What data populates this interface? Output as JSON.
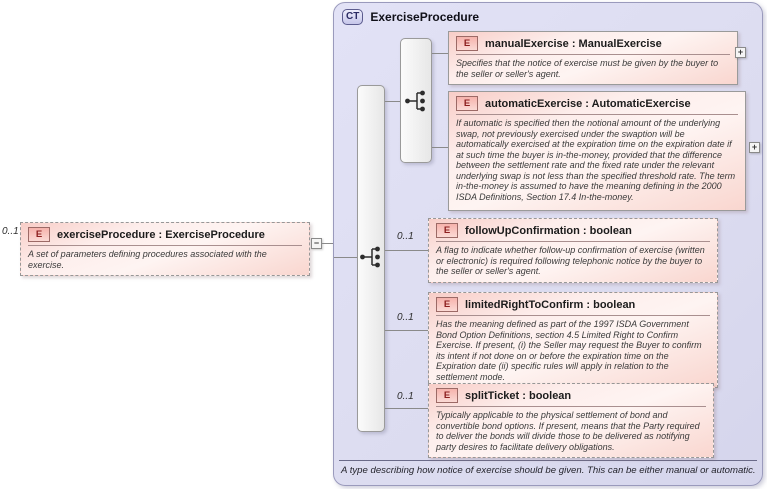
{
  "ct": {
    "badge": "CT",
    "title": "ExerciseProcedure",
    "annotation": "A type describing how notice of exercise should be given. This can be either manual or automatic."
  },
  "root": {
    "cardinality": "0..1",
    "badge": "E",
    "label": "exerciseProcedure : ExerciseProcedure",
    "description": "A set of parameters defining procedures associated with the exercise."
  },
  "toggles": {
    "collapse": "−",
    "expand": "+"
  },
  "compositors": {
    "outer": "sequence",
    "inner": "choice"
  },
  "elements": [
    {
      "badge": "E",
      "label": "manualExercise : ManualExercise",
      "cardinality": "",
      "description": "Specifies that the notice of exercise must be given by the buyer to the seller or seller's agent."
    },
    {
      "badge": "E",
      "label": "automaticExercise : AutomaticExercise",
      "cardinality": "",
      "description": "If automatic is specified then the notional amount of the underlying swap, not previously exercised under the swaption will be automatically exercised at the expiration time on the expiration date if at such time the buyer is in-the-money, provided that the difference between the settlement rate and the fixed rate under the relevant underlying swap is not less than the specified threshold rate. The term in-the-money is assumed to have the meaning defining in the 2000 ISDA Definitions, Section 17.4 In-the-money."
    },
    {
      "badge": "E",
      "label": "followUpConfirmation : boolean",
      "cardinality": "0..1",
      "description": "A flag to indicate whether follow-up confirmation of exercise (written or electronic) is required following telephonic notice by the buyer to the seller or seller's agent."
    },
    {
      "badge": "E",
      "label": "limitedRightToConfirm : boolean",
      "cardinality": "0..1",
      "description": "Has the meaning defined as part of the 1997 ISDA Government Bond Option Definitions, section 4.5 Limited Right to Confirm Exercise. If present, (i) the Seller may request the Buyer to confirm its intent if not done on or before the expiration time on the Expiration date (ii) specific rules will apply in relation to the settlement mode."
    },
    {
      "badge": "E",
      "label": "splitTicket : boolean",
      "cardinality": "0..1",
      "description": "Typically applicable to the physical settlement of bond and convertible bond options. If present, means that the Party required to deliver the bonds will divide those to be delivered as notifying party desires to facilitate delivery obligations."
    }
  ],
  "colors": {
    "ct_fill": "#dcdcf0",
    "ct_border": "#9a9abc",
    "element_pink": "#f8cdc7",
    "element_border": "#9a9a9a",
    "badge_red": "#8c1f1f",
    "line": "#8a8a8a"
  }
}
